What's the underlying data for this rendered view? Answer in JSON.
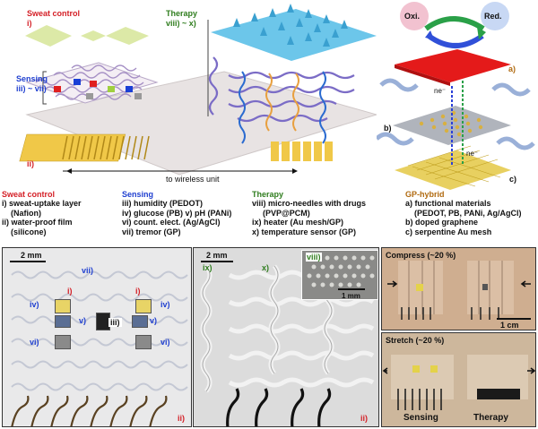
{
  "top": {
    "sweat_control_title": "Sweat control",
    "sweat_control_index": "i)",
    "therapy_title": "Therapy",
    "therapy_index": "viii) ~ x)",
    "sensing_title": "Sensing",
    "sensing_index": "iii) ~ vii)",
    "bottom_index": "ii)",
    "wireless_label": "to wireless unit"
  },
  "schematic": {
    "oxi": "Oxi.",
    "red": "Red.",
    "ne_top": "ne⁻",
    "ne_bottom": "ne⁻",
    "label_a": "a)",
    "label_b": "b)",
    "label_c": "c)"
  },
  "legend": {
    "sweat": {
      "title": "Sweat control",
      "lines": [
        "i) sweat-uptake layer",
        "(Nafion)",
        "ii) water-proof film",
        "(silicone)"
      ]
    },
    "sensing": {
      "title": "Sensing",
      "lines": [
        "iii) humidity (PEDOT)",
        "iv) glucose (PB) v) pH (PANi)",
        "vi) count. elect. (Ag/AgCl)",
        "vii) tremor (GP)"
      ]
    },
    "therapy": {
      "title": "Therapy",
      "lines": [
        "viii) micro-needles with drugs",
        "(PVP@PCM)",
        "ix) heater (Au mesh/GP)",
        "x) temperature sensor (GP)"
      ]
    },
    "gp": {
      "title": "GP-hybrid",
      "lines": [
        "a) functional materials",
        "(PEDOT, PB, PANi, Ag/AgCl)",
        "b) doped graphene",
        "c) serpentine Au mesh"
      ]
    }
  },
  "photo_left": {
    "scale": "2 mm",
    "vii": "vii)",
    "i_left": "i)",
    "i_right": "i)",
    "iv_left": "iv)",
    "iv_right": "iv)",
    "v_left": "v)",
    "v_right": "v)",
    "vi_left": "vi)",
    "vi_right": "vi)",
    "iii": "iii)",
    "ii": "ii)"
  },
  "photo_mid": {
    "scale": "2 mm",
    "ix": "ix)",
    "x": "x)",
    "viii": "viii)",
    "inset_scale": "1 mm",
    "ii": "ii)"
  },
  "photo_right": {
    "compress": "Compress (~20 %)",
    "scale": "1 cm",
    "stretch": "Stretch (~20 %)",
    "sensing": "Sensing",
    "therapy": "Therapy"
  }
}
